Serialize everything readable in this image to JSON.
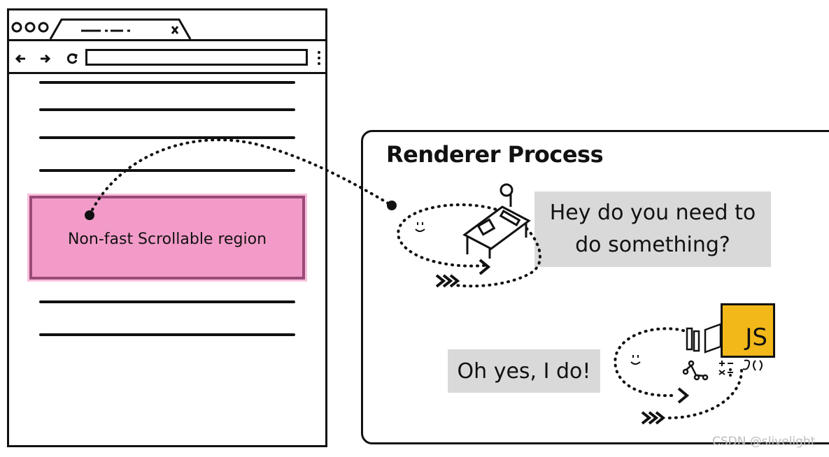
{
  "browser": {
    "tab_close": "x",
    "nav_back": "←",
    "nav_forward": "→",
    "nav_reload": "↻",
    "menu": "⋮"
  },
  "region": {
    "label": "Non-fast Scrollable region",
    "fill_color": "#f29bc8",
    "border_color": "#9b4a78"
  },
  "renderer": {
    "title": "Renderer Process",
    "question": "Hey do you need to do something?",
    "answer": "Oh yes, I do!",
    "js_badge": "JS",
    "js_color": "#f2b81a"
  },
  "watermark": "CSDN @slivelight"
}
